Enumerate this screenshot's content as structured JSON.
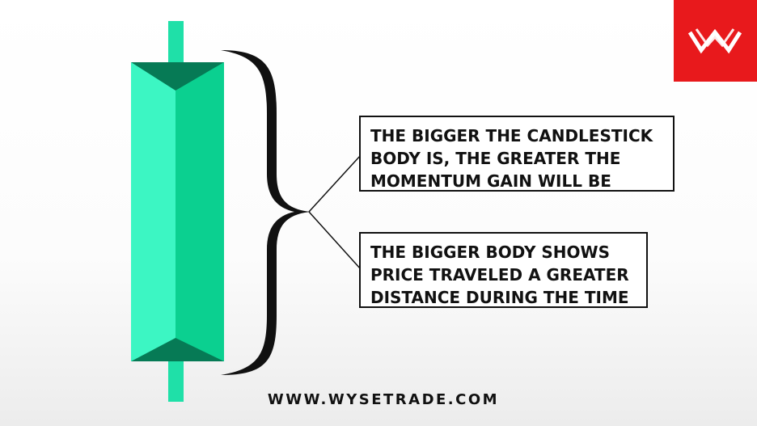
{
  "colors": {
    "candle_light": "#3df5c3",
    "candle_mid": "#0fd495",
    "candle_dark": "#067a55",
    "wick": "#1fe0a8",
    "logo_bg": "#e8191c",
    "text": "#111111"
  },
  "logo": {
    "icon": "wysetrade-logo-icon"
  },
  "callouts": [
    {
      "lines": [
        "THE BIGGER THE CANDLESTICK",
        "BODY IS, THE GREATER THE",
        "MOMENTUM GAIN WILL BE"
      ]
    },
    {
      "lines": [
        "THE BIGGER BODY SHOWS",
        "PRICE TRAVELED A GREATER",
        "DISTANCE DURING THE TIME"
      ]
    }
  ],
  "footer": {
    "website": "WWW.WYSETRADE.COM"
  }
}
